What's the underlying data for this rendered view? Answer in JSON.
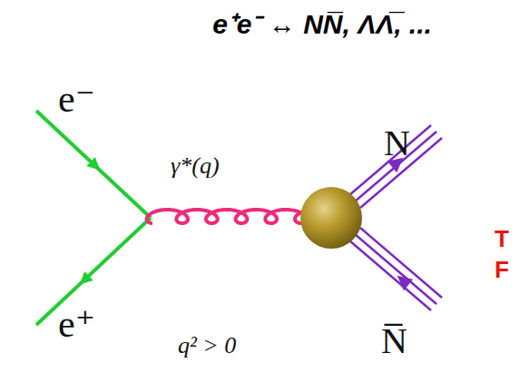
{
  "diagram": {
    "title": "e⁺e⁻ ↔ NN̅, ΛΛ̅, ...",
    "labels": [
      "e⁻",
      "e⁺",
      "γ*(q)",
      "q² > 0",
      "N",
      "N̅",
      "T",
      "F"
    ]
  }
}
